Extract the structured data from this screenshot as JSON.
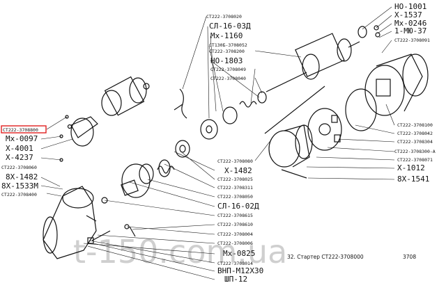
{
  "labels_left": [
    {
      "id": "ct222-3708800",
      "text": "СТ222-3708800"
    },
    {
      "id": "mx-0097",
      "text": "Мх-0097"
    },
    {
      "id": "x-4001",
      "text": "Х-4001"
    },
    {
      "id": "x-4237",
      "text": "Х-4237"
    },
    {
      "id": "ct222-3708060",
      "text": "СТ222-3708060"
    },
    {
      "id": "8x-1482",
      "text": "8Х-1482"
    },
    {
      "id": "8x-1533m",
      "text": "8Х-1533М"
    },
    {
      "id": "ct222-3708400",
      "text": "СТ222-3708400"
    }
  ],
  "labels_center": [
    {
      "id": "ct222-3708020",
      "text": "СТ222-3708020"
    },
    {
      "id": "cl-16-03d-top",
      "text": "СЛ-16-03Д"
    },
    {
      "id": "mx-1160",
      "text": "Мх-1160"
    },
    {
      "id": "ct130b-3708052",
      "text": "СТ130Б-3708052"
    },
    {
      "id": "ct222-3708200",
      "text": "СТ222-3708200"
    },
    {
      "id": "ho-1803",
      "text": "НО-1803"
    },
    {
      "id": "ct222-3708049",
      "text": "СТ222-3708049"
    },
    {
      "id": "ct222-3708040",
      "text": "СТ222-3708040"
    },
    {
      "id": "ct222-3708080",
      "text": "СТ222-3708080"
    },
    {
      "id": "x-1482",
      "text": "Х-1482"
    },
    {
      "id": "ct222-3708025",
      "text": "СТ222-3708025"
    },
    {
      "id": "ct222-3708311",
      "text": "СТ222-3708311"
    },
    {
      "id": "ct222-3708050",
      "text": "СТ222-3708050"
    },
    {
      "id": "cl-16-02d",
      "text": "СЛ-16-02Д"
    },
    {
      "id": "ct222-3708615",
      "text": "СТ222-3708615"
    },
    {
      "id": "ct222-3708610",
      "text": "СТ222-3708610"
    },
    {
      "id": "ct222-3708004",
      "text": "СТ222-3708004"
    },
    {
      "id": "ct222-3708006",
      "text": "СТ222-3708006"
    },
    {
      "id": "mx-0825",
      "text": "Мх-0825"
    },
    {
      "id": "ct222-3708014",
      "text": "СТ222-3708014"
    },
    {
      "id": "bnp-m12x30",
      "text": "ВНП-М12Х30"
    },
    {
      "id": "shp-12",
      "text": "ШП-12"
    }
  ],
  "labels_right": [
    {
      "id": "ho-1001",
      "text": "НО-1001"
    },
    {
      "id": "x-1537",
      "text": "Х-1537"
    },
    {
      "id": "mx-0246",
      "text": "Мх-0246"
    },
    {
      "id": "1-mio-37",
      "text": "1-МЮ-37"
    },
    {
      "id": "ct222-3708091",
      "text": "СТ222-3708091"
    },
    {
      "id": "ct222-3708100",
      "text": "СТ222-3708100"
    },
    {
      "id": "ct222-3708042",
      "text": "СТ222-3708042"
    },
    {
      "id": "ct222-3708304",
      "text": "СТ222-3708304"
    },
    {
      "id": "ct222-3708300-a",
      "text": "СТ222-3708300-А"
    },
    {
      "id": "ct222-3708071",
      "text": "СТ222-3708071"
    },
    {
      "id": "x-1012",
      "text": "Х-1012"
    },
    {
      "id": "8x-1541",
      "text": "8Х-1541"
    }
  ],
  "caption": {
    "text": "32. Стартер СТ222-3708000",
    "page": "3708"
  },
  "watermark": "t-150.com.ua",
  "colors": {
    "highlight": "#e02020",
    "ink": "#111111",
    "watermark": "#cfcfcf"
  }
}
